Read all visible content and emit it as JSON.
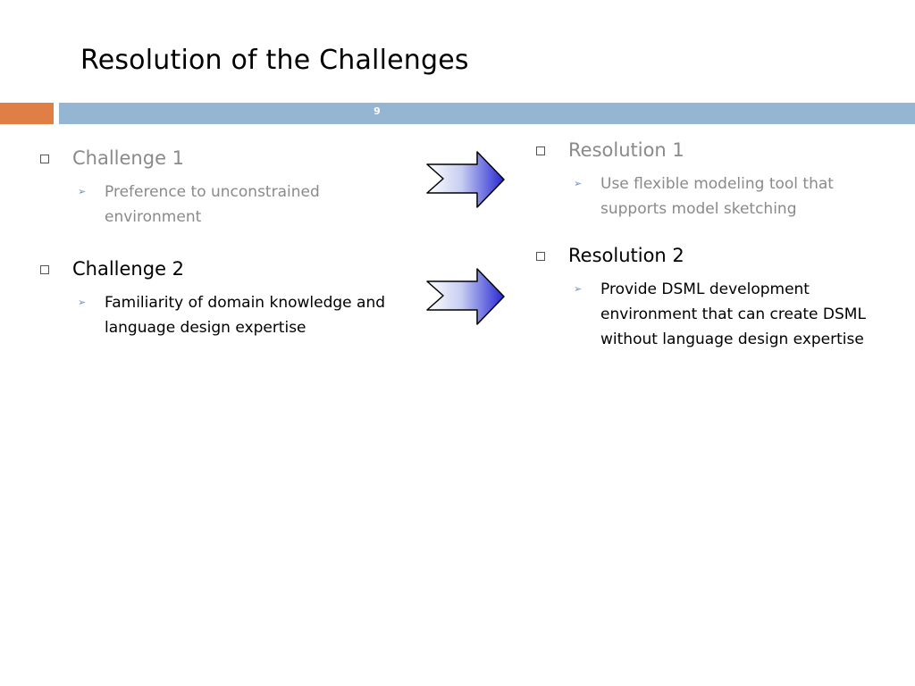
{
  "slide": {
    "title": "Resolution of the Challenges",
    "page_number": "9"
  },
  "challenges": [
    {
      "heading": "Challenge 1",
      "detail": "Preference to unconstrained environment"
    },
    {
      "heading": "Challenge 2",
      "detail": "Familiarity of domain knowledge and language design expertise"
    }
  ],
  "resolutions": [
    {
      "heading": "Resolution 1",
      "detail": "Use flexible modeling tool that supports model sketching"
    },
    {
      "heading": "Resolution 2",
      "detail": "Provide DSML development environment that can create DSML without language design expertise"
    }
  ],
  "colors": {
    "accent_orange": "#e07f45",
    "accent_blue": "#94b6d2",
    "arrow_fill": "#3a3ad8",
    "muted_text": "#8a8a8a"
  }
}
